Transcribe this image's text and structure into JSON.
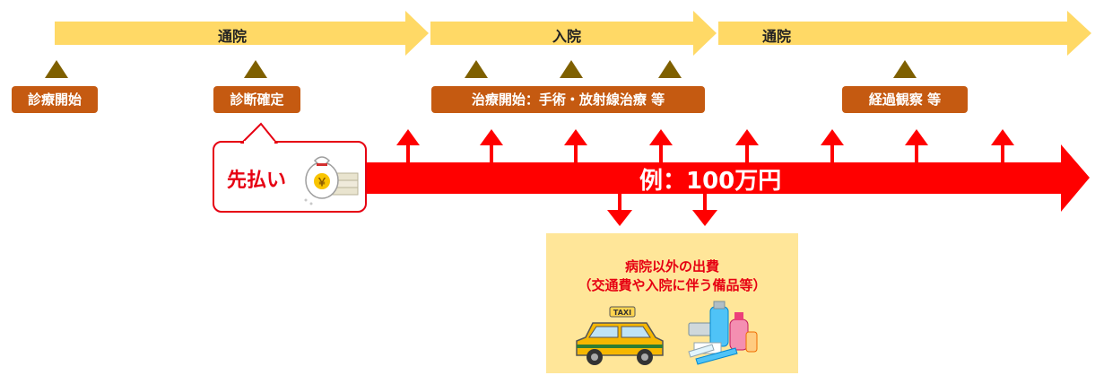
{
  "phases": [
    {
      "label": "通院"
    },
    {
      "label": "入院"
    },
    {
      "label": "通院"
    }
  ],
  "milestones": [
    {
      "label": "診療開始"
    },
    {
      "label": "診断確定"
    },
    {
      "label": "治療開始：手術・放射線治療 等"
    },
    {
      "label": "経過観察 等"
    }
  ],
  "advance_payment": {
    "label": "先払い"
  },
  "main_arrow": {
    "label": "例：100万円"
  },
  "other_expenses": {
    "title": "病院以外の出費",
    "subtitle": "（交通費や入院に伴う備品等）",
    "taxi_sign": "TAXI",
    "yen_symbol": "￥"
  },
  "colors": {
    "phase_arrow": "#ffd966",
    "milestone_box": "#c55a11",
    "milestone_marker": "#7f6000",
    "main_arrow": "#ff0000",
    "note_box": "#ffe699"
  }
}
